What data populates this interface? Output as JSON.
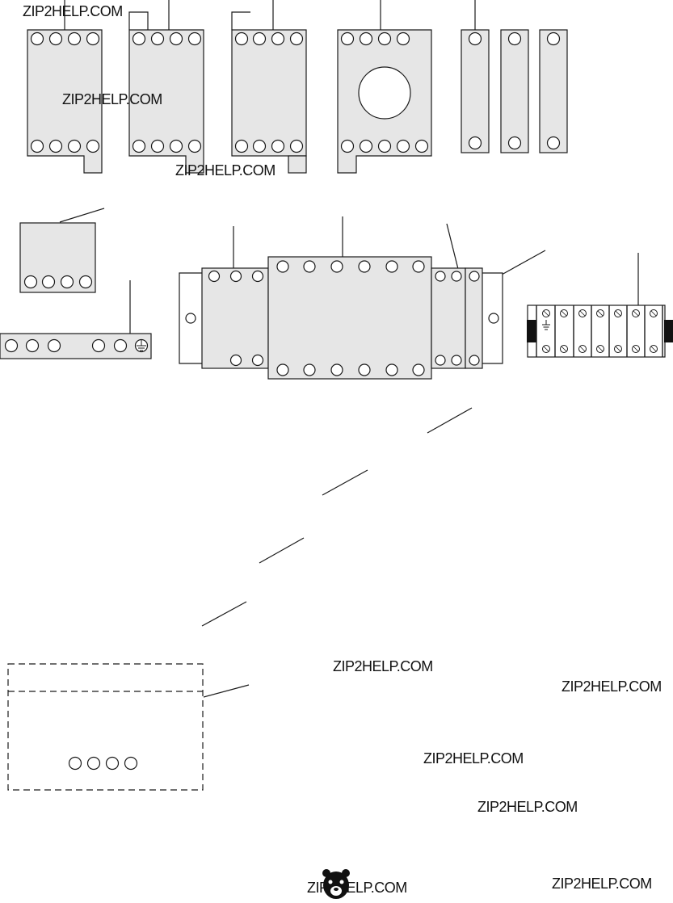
{
  "watermarks": [
    "ZIP2HELP.COM",
    "ZIP2HELP.COM",
    "ZIP2HELP.COM",
    "ZIP2HELP.COM",
    "ZIP2HELP.COM",
    "ZIP2HELP.COM",
    "ZIP2HELP.COM",
    "ZIP2HELP.COM",
    "ZIP2HELP.COM"
  ],
  "colors": {
    "component_fill": "#e6e6e6",
    "line": "#1a1a1a",
    "background": "#ffffff"
  },
  "icons": {
    "ground": "ground-symbol-icon",
    "logo": "bear-logo-icon"
  }
}
